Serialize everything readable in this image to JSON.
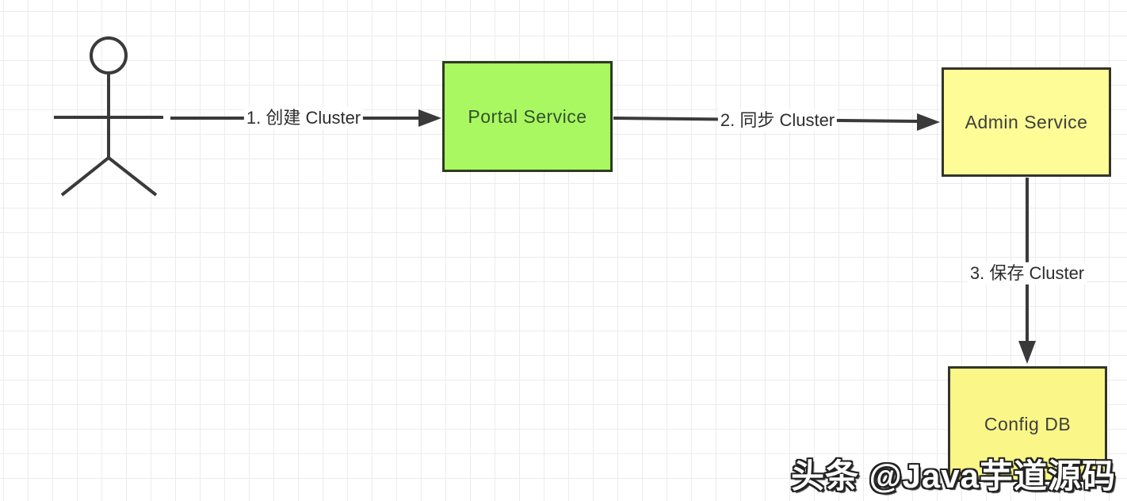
{
  "diagram": {
    "actor": {
      "id": "user",
      "description": "stick-figure user actor"
    },
    "nodes": [
      {
        "id": "portal-service",
        "label": "Portal Service",
        "fill": "#a9f861",
        "border": "#2f3a20",
        "text_color": "#33512d"
      },
      {
        "id": "admin-service",
        "label": "Admin Service",
        "fill": "#fdfc96",
        "border": "#34342a",
        "text_color": "#3e3e3e"
      },
      {
        "id": "config-db",
        "label": "Config DB",
        "fill": "#faf788",
        "border": "#34342a",
        "text_color": "#3e3e3e"
      }
    ],
    "edges": [
      {
        "id": "create-cluster",
        "label": "1. 创建 Cluster",
        "from": "user",
        "to": "portal-service"
      },
      {
        "id": "sync-cluster",
        "label": "2. 同步 Cluster",
        "from": "portal-service",
        "to": "admin-service"
      },
      {
        "id": "save-cluster",
        "label": "3. 保存 Cluster",
        "from": "admin-service",
        "to": "config-db"
      }
    ],
    "line_color": "#3a3a3a",
    "grid_color": "#ececf0"
  },
  "watermark": {
    "text": "头条 @Java芋道源码"
  }
}
